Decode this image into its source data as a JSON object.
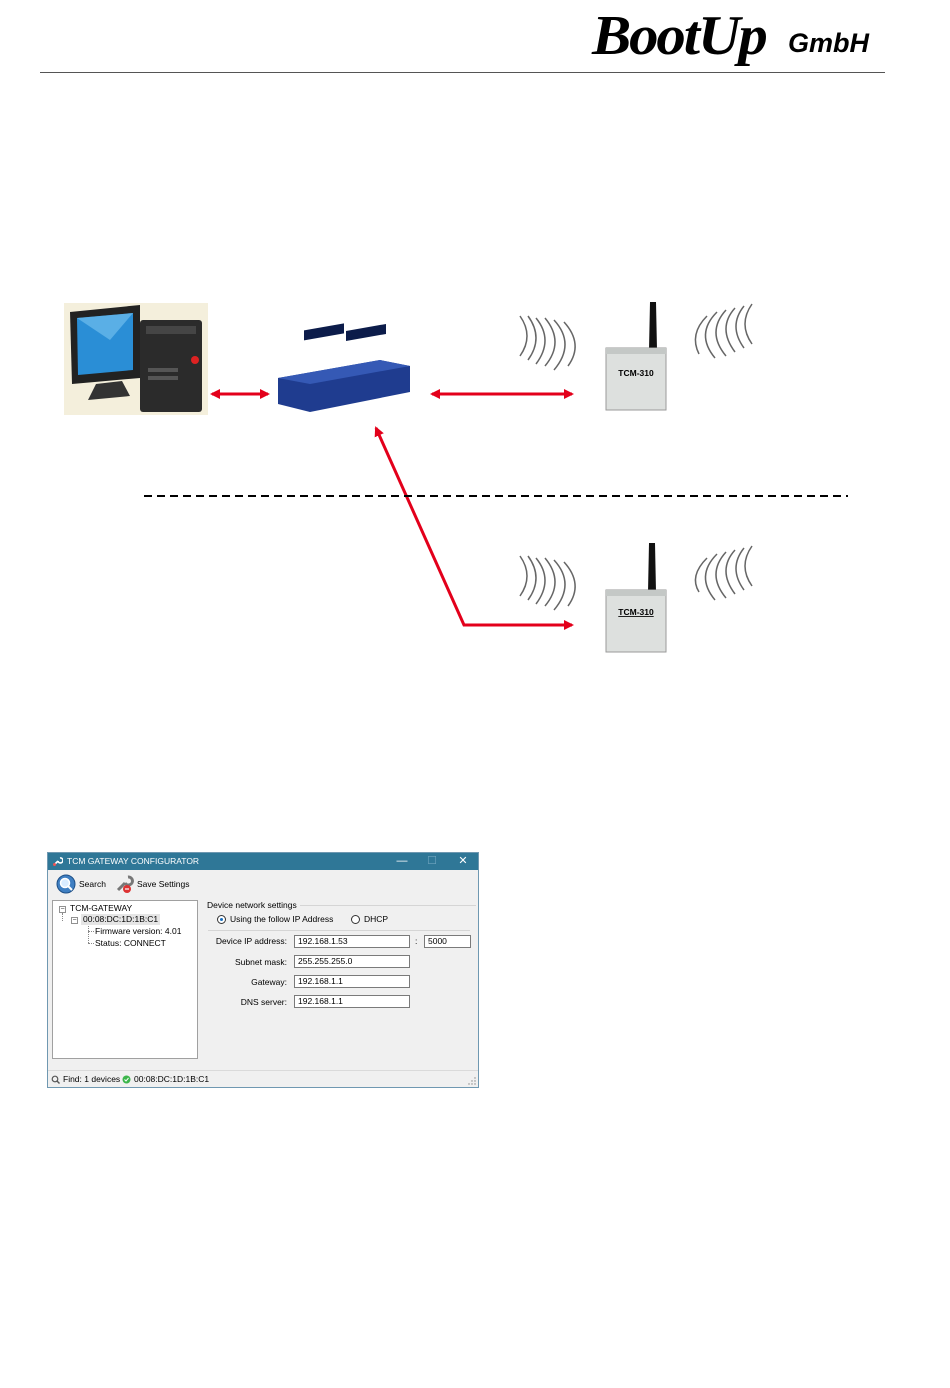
{
  "header": {
    "logo_text": "BootUp",
    "logo_suffix": "GmbH"
  },
  "diagram": {
    "device_label_top": "TCM-310",
    "device_label_bottom": "TCM-310"
  },
  "window": {
    "title": "TCM GATEWAY CONFIGURATOR",
    "controls": {
      "minimize": "—",
      "maximize": "☐",
      "close": "✕"
    },
    "toolbar": {
      "search_label": "Search",
      "save_label": "Save Settings"
    },
    "tree": {
      "root": "TCM-GATEWAY",
      "device": "00:08:DC:1D:1B:C1",
      "firmware": "Firmware version: 4.01",
      "status": "Status: CONNECT"
    },
    "settings": {
      "group_title": "Device network settings",
      "radio_static": "Using the follow IP Address",
      "radio_dhcp": "DHCP",
      "selected_mode": "static",
      "ip_label": "Device IP address:",
      "ip_value": "192.168.1.53",
      "port_separator": ":",
      "port_value": "5000",
      "subnet_label": "Subnet mask:",
      "subnet_value": "255.255.255.0",
      "gateway_label": "Gateway:",
      "gateway_value": "192.168.1.1",
      "dns_label": "DNS server:",
      "dns_value": "192.168.1.1"
    },
    "statusbar": {
      "found": "Find: 1 devices",
      "device": "00:08:DC:1D:1B:C1"
    }
  },
  "colors": {
    "titlebar": "#2f7797",
    "arrow": "#e3001b",
    "switch_blue": "#1f3c8f",
    "device_body": "#dde0de"
  }
}
